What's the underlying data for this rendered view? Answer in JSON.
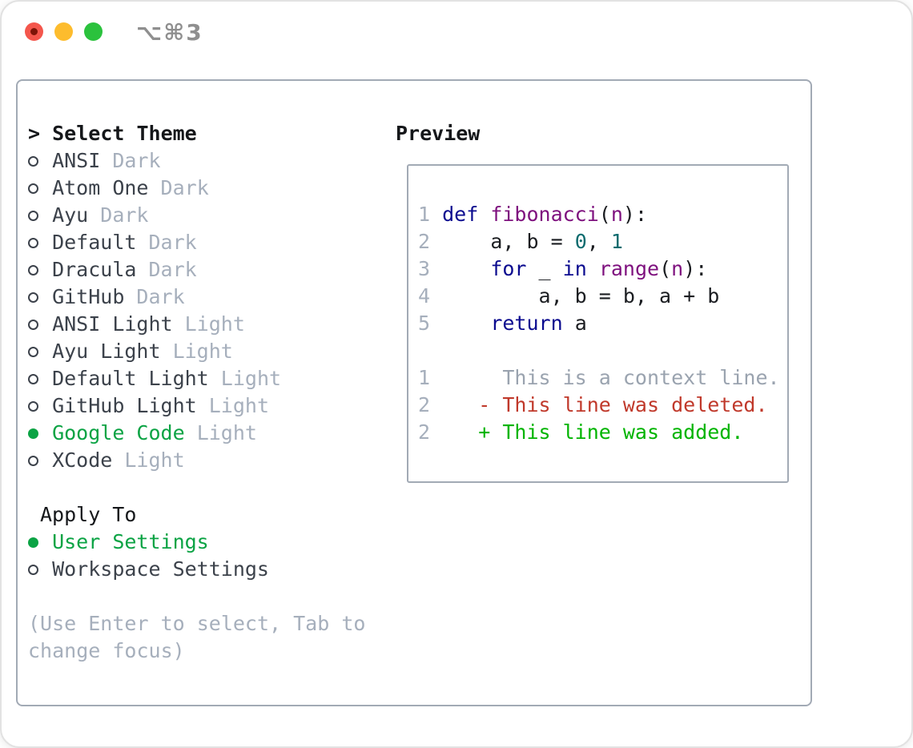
{
  "window": {
    "title": "⌥⌘3",
    "traffic_lights": [
      "close",
      "minimize",
      "zoom"
    ]
  },
  "colors": {
    "win-border": "#e2e2e2",
    "panel-border": "#a2aab5",
    "title-gray": "#8f8f8f",
    "tl-red": "#f4564c",
    "tl-red-dot": "#7d1408",
    "tl-yellow": "#fdbc2d",
    "tl-green": "#2bc23d",
    "strong": "#15171a",
    "item": "#3c424b",
    "muted": "#a6afbc",
    "gutter": "#a6afbc",
    "ui-green": "#0ba344",
    "add-green": "#00b400",
    "del-red": "#c0392b",
    "ctx": "#9aa3af",
    "kw": "#0b0b8f",
    "fn": "#7e107e",
    "lit": "#0a6b6e",
    "pln": "#1b1d21"
  },
  "theme_selector": {
    "prompt": ">",
    "title": "Select Theme",
    "items": [
      {
        "name": "ANSI",
        "variant": "Dark",
        "selected": false
      },
      {
        "name": "Atom One",
        "variant": "Dark",
        "selected": false
      },
      {
        "name": "Ayu",
        "variant": "Dark",
        "selected": false
      },
      {
        "name": "Default",
        "variant": "Dark",
        "selected": false
      },
      {
        "name": "Dracula",
        "variant": "Dark",
        "selected": false
      },
      {
        "name": "GitHub",
        "variant": "Dark",
        "selected": false
      },
      {
        "name": "ANSI Light",
        "variant": "Light",
        "selected": false
      },
      {
        "name": "Ayu Light",
        "variant": "Light",
        "selected": false
      },
      {
        "name": "Default Light",
        "variant": "Light",
        "selected": false
      },
      {
        "name": "GitHub Light",
        "variant": "Light",
        "selected": false
      },
      {
        "name": "Google Code",
        "variant": "Light",
        "selected": true
      },
      {
        "name": "XCode",
        "variant": "Light",
        "selected": false
      }
    ]
  },
  "apply_to": {
    "title": "Apply To",
    "options": [
      {
        "label": "User Settings",
        "selected": true
      },
      {
        "label": "Workspace Settings",
        "selected": false
      }
    ]
  },
  "help_lines": [
    "(Use Enter to select, Tab to",
    "change focus)"
  ],
  "preview": {
    "title": "Preview",
    "code_lines": [
      {
        "num": "1",
        "tokens": [
          [
            "kw",
            "def"
          ],
          [
            "pln",
            " "
          ],
          [
            "fn",
            "fibonacci"
          ],
          [
            "pln",
            "("
          ],
          [
            "fn",
            "n"
          ],
          [
            "pln",
            "):"
          ]
        ]
      },
      {
        "num": "2",
        "tokens": [
          [
            "pln",
            "    a, b = "
          ],
          [
            "lit",
            "0"
          ],
          [
            "pln",
            ", "
          ],
          [
            "lit",
            "1"
          ]
        ]
      },
      {
        "num": "3",
        "tokens": [
          [
            "pln",
            "    "
          ],
          [
            "kw",
            "for"
          ],
          [
            "pln",
            " _ "
          ],
          [
            "kw",
            "in"
          ],
          [
            "pln",
            " "
          ],
          [
            "fn",
            "range"
          ],
          [
            "pln",
            "("
          ],
          [
            "fn",
            "n"
          ],
          [
            "pln",
            "):"
          ]
        ]
      },
      {
        "num": "4",
        "tokens": [
          [
            "pln",
            "        a, b = b, a + b"
          ]
        ]
      },
      {
        "num": "5",
        "tokens": [
          [
            "pln",
            "    "
          ],
          [
            "kw",
            "return"
          ],
          [
            "pln",
            " a"
          ]
        ]
      }
    ],
    "diff_lines": [
      {
        "num": "1",
        "marker": " ",
        "text": "This is a context line.",
        "type": "context"
      },
      {
        "num": "2",
        "marker": "-",
        "text": "This line was deleted.",
        "type": "deleted"
      },
      {
        "num": "2",
        "marker": "+",
        "text": "This line was added.",
        "type": "added"
      }
    ]
  }
}
